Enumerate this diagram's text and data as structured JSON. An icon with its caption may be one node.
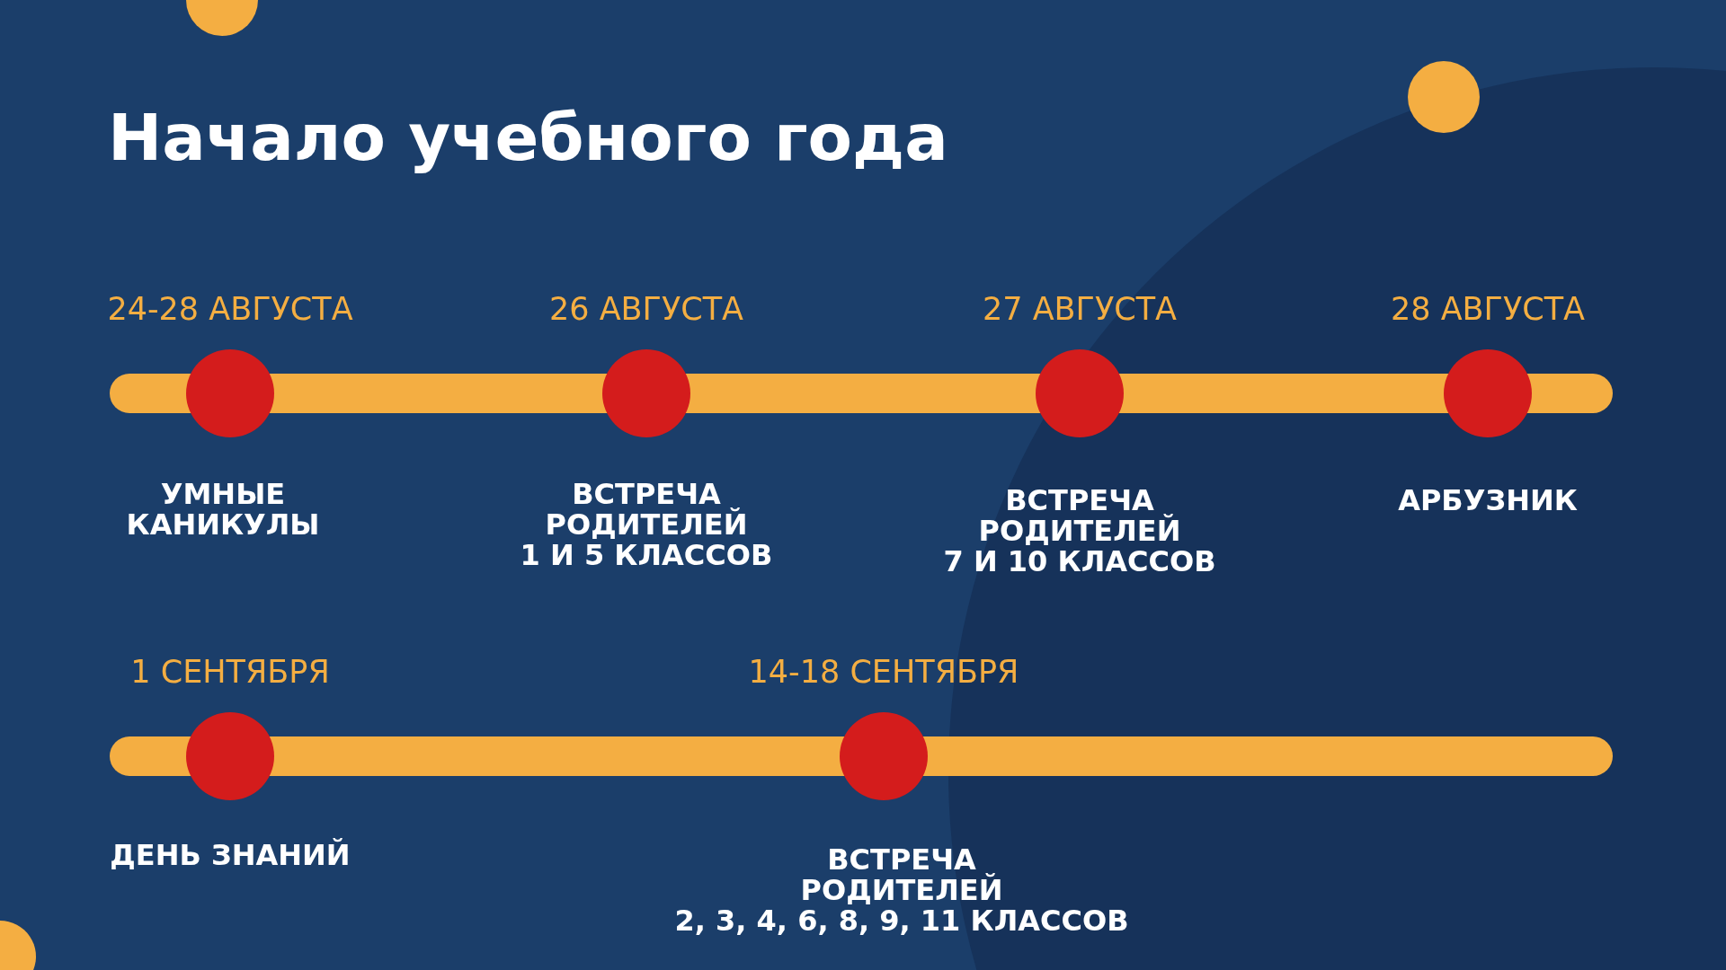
{
  "diagram": {
    "title": "Начало учебного года",
    "nodes": [
      {
        "text": [],
        "shape": "bar"
      },
      {
        "text": [],
        "shape": "circle",
        "beside": [
          "24-28 АВГУСТА",
          "УМНЫЕ КАНИКУЛЫ"
        ]
      },
      {
        "text": [],
        "shape": "circle",
        "beside": [
          "26 АВГУСТА",
          "ВСТРЕЧА РОДИТЕЛЕЙ 1 И 5 КЛАССОВ"
        ]
      },
      {
        "text": [],
        "shape": "circle",
        "beside": [
          "27 АВГУСТА",
          "ВСТРЕЧА РОДИТЕЛЕЙ 7 И 10 КЛАССОВ"
        ]
      },
      {
        "text": [],
        "shape": "circle",
        "beside": [
          "28 АВГУСТА",
          "АРБУЗНИК"
        ]
      },
      {
        "text": [],
        "shape": "bar"
      },
      {
        "text": [],
        "shape": "circle",
        "beside": [
          "1 СЕНТЯБРЯ",
          "ДЕНЬ ЗНАНИЙ"
        ]
      },
      {
        "text": [],
        "shape": "circle",
        "beside": [
          "14-18 СЕНТЯБРЯ",
          "ВСТРЕЧА РОДИТЕЛЕЙ 2, 3, 4, 6, 8, 9, 11 КЛАССОВ"
        ]
      }
    ]
  }
}
